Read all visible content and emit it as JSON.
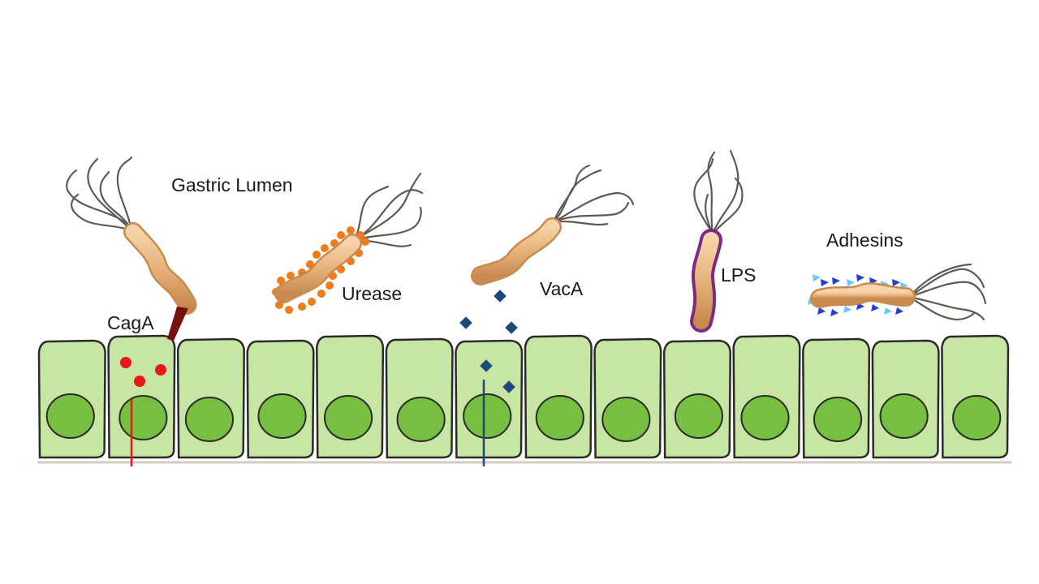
{
  "labels": {
    "lumen": "Gastric Lumen",
    "cagA": "CagA",
    "urease": "Urease",
    "vacA": "VacA",
    "lps": "LPS",
    "adhesins": "Adhesins"
  },
  "epithelium": {
    "cell_count": 14
  },
  "colors": {
    "cell_fill": "#c7e6a4",
    "nucleus_fill": "#77bf40",
    "bacterium_body": "#e6b27a",
    "bacterium_outline": "#c98a50",
    "flagella": "#5e5a54",
    "cagA_marker": "#e81818",
    "cagA_injector": "#7a0f0f",
    "urease_dots": "#ef7b1a",
    "vacA_diamonds": "#1b4a7a",
    "lps_coat": "#7d2a80",
    "adhesin_dark": "#1f3fd6",
    "adhesin_light": "#6ec8ff"
  }
}
